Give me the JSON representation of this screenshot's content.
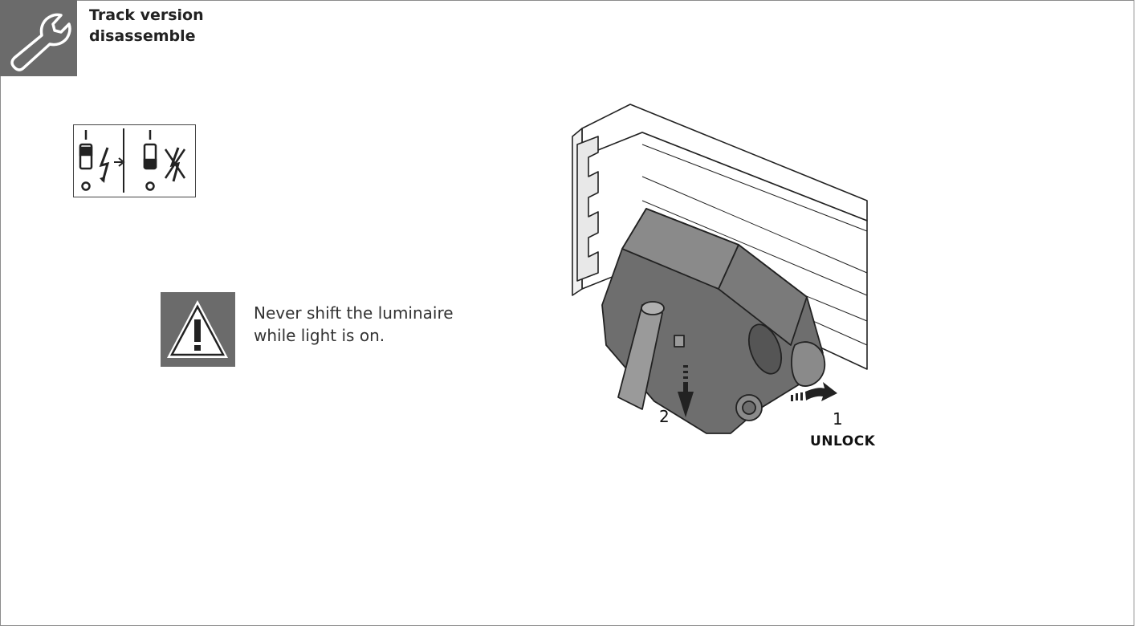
{
  "header": {
    "title_line1": "Track version",
    "title_line2": "disassemble",
    "icon": "wrench-icon"
  },
  "switch_off_pictogram": {
    "icon": "switch-off-power-icon"
  },
  "warning": {
    "icon": "warning-triangle-icon",
    "line1": "Never shift the luminaire",
    "line2": "while light is on."
  },
  "illustration": {
    "step2_label": "2",
    "step1_label": "1",
    "step1_action": "UNLOCK"
  },
  "colors": {
    "icon_box_gray": "#6b6b6b",
    "line_art": "#222222"
  }
}
